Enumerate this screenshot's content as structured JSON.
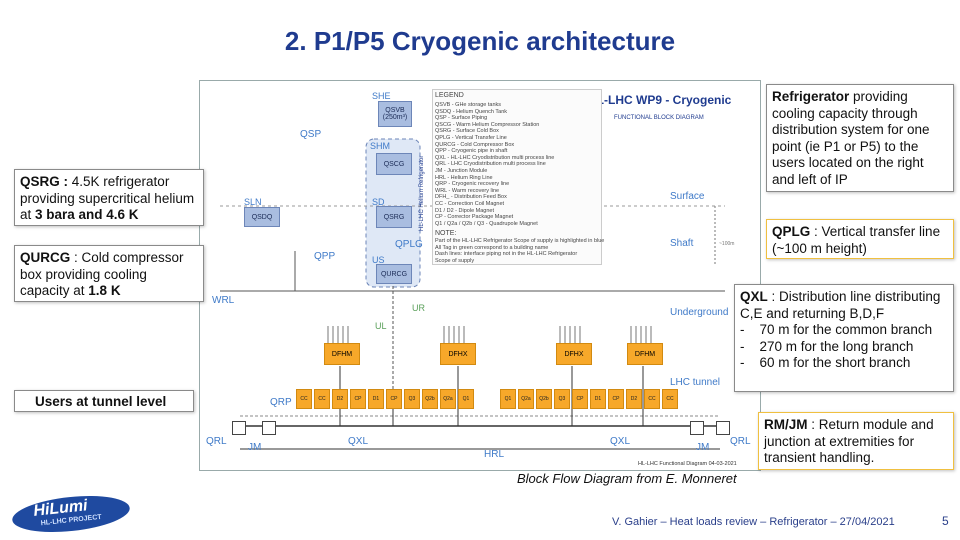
{
  "slide": {
    "title": "2. P1/P5 Cryogenic architecture",
    "caption": "Block Flow Diagram from E. Monneret",
    "footer": "V. Gahier – Heat loads review – Refrigerator – 27/04/2021",
    "page_number": "5",
    "logo_text_main": "HiLumi",
    "logo_text_sub": "HL-LHC PROJECT"
  },
  "callouts": {
    "qsrg": {
      "term": "QSRG :",
      "text": " 4.5K refrigerator providing  supercritical helium at ",
      "bold1": "3 bara and 4.6 K"
    },
    "qurcg": {
      "term": "QURCG",
      "text": " : Cold compressor box providing cooling capacity at ",
      "bold1": "1.8 K"
    },
    "users": {
      "text": "Users at tunnel level"
    },
    "refrigerator": {
      "term": "Refrigerator",
      "text": " providing cooling capacity through distribution system for one point (ie P1 or P5) to the users located on the right and left  of IP"
    },
    "qplg": {
      "term": "QPLG",
      "text": " : Vertical transfer line (~100 m height)"
    },
    "qxl": {
      "term": "QXL",
      "text": " : Distribution line distributing C,E and returning B,D,F",
      "items": [
        "70 m for the common branch",
        "270 m for the long branch",
        "60 m for the short branch"
      ]
    },
    "rmjm": {
      "term": "RM/JM",
      "text": " : Return module and junction at extremities for transient handling."
    }
  },
  "diagram": {
    "header": "HL-LHC WP9 - Cryogenic",
    "subheader": "FUNCTIONAL BLOCK DIAGRAM",
    "legend_title": "LEGEND",
    "legend_lines": [
      "QSVB - GHe storage tanks",
      "QSDQ - Helium Quench Tank",
      "QSP - Surface Piping",
      "QSCG - Warm Helium Compressor Station",
      "QSRG - Surface Cold Box",
      "QPLG - Vertical Transfer Line",
      "QURCG - Cold Compressor Box",
      "QPP - Cryogenic pipe in shaft",
      "QXL - HL-LHC Cryodistribution multi process line",
      "QRL - LHC Cryodistribution multi process line",
      "JM - Junction Module",
      "HRL - Helium Ring Line",
      "QRP - Cryogenic recovery line",
      "WRL - Warm recovery line",
      "DFH_ - Distribution Feed Box",
      "CC - Correction Coil Magnet",
      "D1 / D2 - Dipole Magnet",
      "CP - Corrector Package Magnet",
      "Q1 / Q2a / Q2b / Q3 - Quadrupole Magnet"
    ],
    "note_title": "NOTE:",
    "note_lines": [
      "Part of the HL-LHC Refrigerator Scope of supply is highlighted in blue",
      "All Tag in green correspond to a building name",
      "Dash lines: interface piping not in the HL-LHC Refrigerator",
      "Scope of supply"
    ],
    "labels": {
      "she": "SHE",
      "qsvb": "QSVB\n(250m³)",
      "qsp": "QSP",
      "shm": "SHM",
      "qscg": "QSCG",
      "sln": "SLN",
      "qsdq": "QSDQ",
      "sd": "SD",
      "qsrg": "QSRG",
      "qplg": "QPLG",
      "qpp": "QPP",
      "us": "US",
      "qurcg": "QURCG",
      "wrl": "WRL",
      "ur": "UR",
      "ul": "UL",
      "surface": "Surface",
      "shaft": "Shaft",
      "dist": "~100m",
      "underground": "Underground",
      "lhc_tunnel": "LHC tunnel",
      "qrp": "QRP",
      "qrl_left": "QRL",
      "qrl_right": "QRL",
      "jm_left": "JM",
      "jm_right": "JM",
      "qxl_left": "QXL",
      "qxl_right": "QXL",
      "hrl": "HRL",
      "vertical_label": "HL-LHC Helium Refrigerator",
      "dfhm_left": "DFHM",
      "dfhx_left": "DFHX",
      "dfhx_right": "DFHX",
      "dfhm_right": "DFHM",
      "footnote": "HL-LHC Functional Diagram 04-03-2021"
    },
    "magnets_left": [
      "CC",
      "CC",
      "D2",
      "CP",
      "D1",
      "CP",
      "Q3",
      "Q2b",
      "Q2a",
      "Q1"
    ],
    "magnets_right": [
      "Q1",
      "Q2a",
      "Q2b",
      "Q3",
      "CP",
      "D1",
      "CP",
      "D2",
      "CC",
      "CC"
    ]
  },
  "colors": {
    "title_blue": "#1f3b8f",
    "diagram_label_blue": "#3f7ac8",
    "header_blue": "#1f3b8f",
    "box_blue": "#a9bde0",
    "magnet_orange": "#f7a82a",
    "callout_border_yellow": "#f0c040"
  }
}
